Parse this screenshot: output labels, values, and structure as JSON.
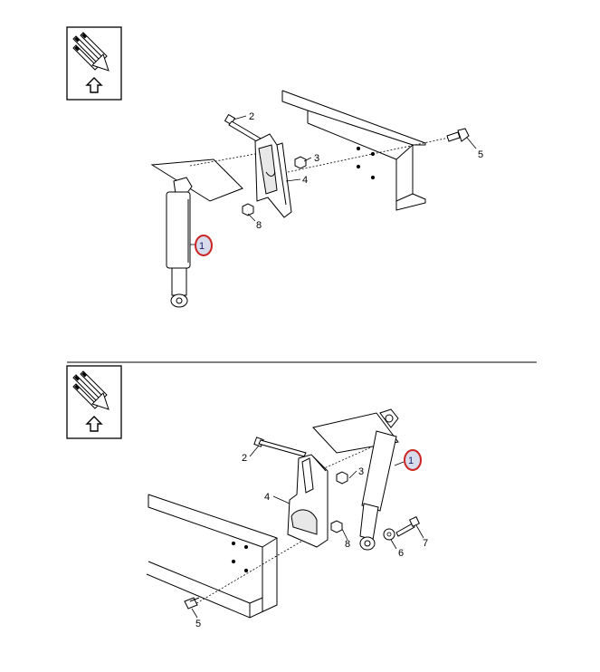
{
  "diagrams": [
    {
      "callouts": {
        "shock_absorber": "1",
        "bolt_upper": "2",
        "nut_upper": "3",
        "bracket": "4",
        "bolt_frame": "5",
        "nut_lower": "8"
      }
    },
    {
      "callouts": {
        "shock_absorber": "1",
        "bolt_upper": "2",
        "nut_upper": "3",
        "bracket": "4",
        "bolt_frame": "5",
        "washer": "6",
        "bolt_lower": "7",
        "nut_lower": "8"
      }
    }
  ],
  "highlight_color": "#cc2222",
  "icons": [
    "vehicle-front-orientation-icon",
    "vehicle-front-orientation-icon"
  ]
}
